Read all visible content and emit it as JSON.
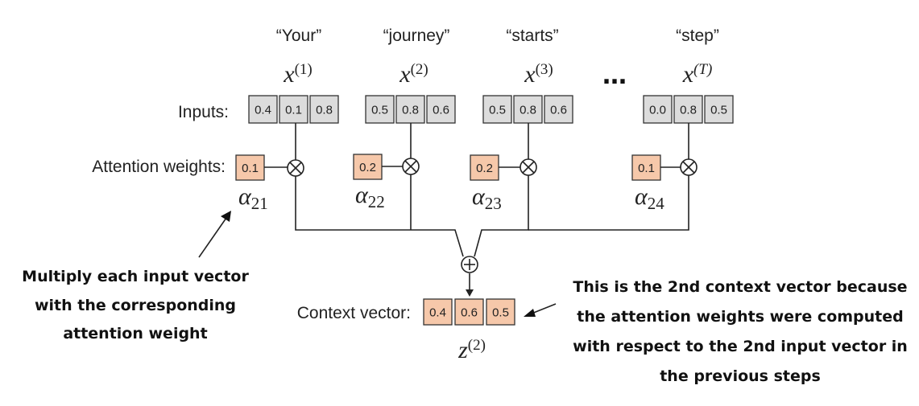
{
  "tokens": [
    {
      "word": "“Your”",
      "x_var": "x",
      "x_sup": "(1)",
      "input": [
        "0.4",
        "0.1",
        "0.8"
      ],
      "weight": "0.1",
      "alpha_sub": "21"
    },
    {
      "word": "“journey”",
      "x_var": "x",
      "x_sup": "(2)",
      "input": [
        "0.5",
        "0.8",
        "0.6"
      ],
      "weight": "0.2",
      "alpha_sub": "22"
    },
    {
      "word": "“starts”",
      "x_var": "x",
      "x_sup": "(3)",
      "input": [
        "0.5",
        "0.8",
        "0.6"
      ],
      "weight": "0.2",
      "alpha_sub": "23"
    },
    {
      "word": "“step”",
      "x_var": "x",
      "x_sup": "(T)",
      "input": [
        "0.0",
        "0.8",
        "0.5"
      ],
      "weight": "0.1",
      "alpha_sub": "24"
    }
  ],
  "ellipsis": "…",
  "labels": {
    "inputs": "Inputs:",
    "attention_weights": "Attention weights:",
    "context_vector": "Context vector:"
  },
  "alpha_symbol": "α",
  "multiply_symbol": "⊗",
  "sum_symbol": "⊕",
  "context": {
    "values": [
      "0.4",
      "0.6",
      "0.5"
    ],
    "z_var": "z",
    "z_sup": "(2)"
  },
  "notes": {
    "left": [
      "Multiply each input vector",
      "with the corresponding",
      "attention weight"
    ],
    "right": [
      "This is the 2nd context vector because",
      "the attention weights were computed",
      "with respect to the 2nd input vector in",
      "the previous steps"
    ]
  },
  "colors": {
    "input_cell": "#dcdcdc",
    "weight_cell": "#f6c8aa",
    "line": "#222222"
  }
}
